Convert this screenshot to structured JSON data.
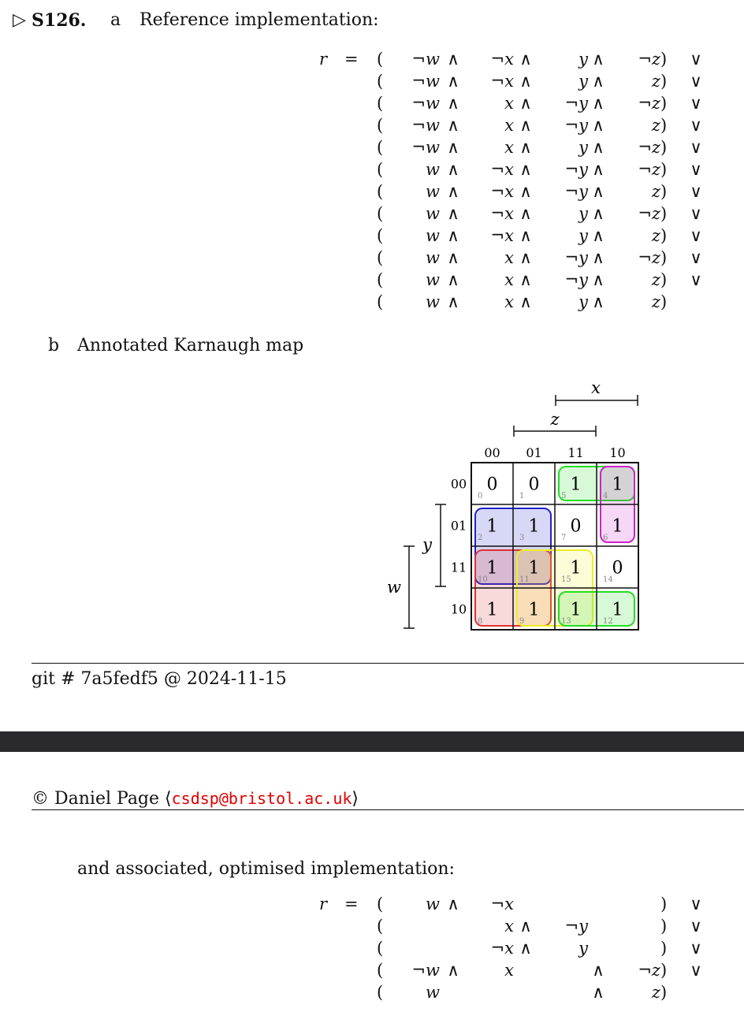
{
  "problem": {
    "marker": "▷",
    "number": "S126.",
    "part_a_letter": "a",
    "part_a_text": "Reference implementation:",
    "part_b_letter": "b",
    "part_b_text": "Annotated Karnaugh map"
  },
  "reference": {
    "lhs": "r",
    "eq": "=",
    "and": "∧",
    "or": "∨",
    "lparen": "(",
    "rparen": ")",
    "rows": [
      [
        "¬w",
        "¬x",
        "y",
        "¬z"
      ],
      [
        "¬w",
        "¬x",
        "y",
        "z"
      ],
      [
        "¬w",
        "x",
        "¬y",
        "¬z"
      ],
      [
        "¬w",
        "x",
        "¬y",
        "z"
      ],
      [
        "¬w",
        "x",
        "y",
        "¬z"
      ],
      [
        "w",
        "¬x",
        "¬y",
        "¬z"
      ],
      [
        "w",
        "¬x",
        "¬y",
        "z"
      ],
      [
        "w",
        "¬x",
        "y",
        "¬z"
      ],
      [
        "w",
        "¬x",
        "y",
        "z"
      ],
      [
        "w",
        "x",
        "¬y",
        "¬z"
      ],
      [
        "w",
        "x",
        "¬y",
        "z"
      ],
      [
        "w",
        "x",
        "y",
        "z"
      ]
    ]
  },
  "kmap": {
    "var_x": "x",
    "var_z": "z",
    "var_y": "y",
    "var_w": "w",
    "col_headers": [
      "00",
      "01",
      "11",
      "10"
    ],
    "row_headers": [
      "00",
      "01",
      "11",
      "10"
    ],
    "values": [
      [
        "0",
        "0",
        "1",
        "1"
      ],
      [
        "1",
        "1",
        "0",
        "1"
      ],
      [
        "1",
        "1",
        "1",
        "0"
      ],
      [
        "1",
        "1",
        "1",
        "1"
      ]
    ],
    "indices": [
      [
        "0",
        "1",
        "5",
        "4"
      ],
      [
        "2",
        "3",
        "7",
        "6"
      ],
      [
        "10",
        "11",
        "15",
        "14"
      ],
      [
        "8",
        "9",
        "13",
        "12"
      ]
    ],
    "group_colors": {
      "green": "#22dd22",
      "magenta": "#cc22cc",
      "blue": "#2222cc",
      "red": "#dd3333",
      "yellow": "#eeee22"
    }
  },
  "footer": {
    "git": "git # 7a5fedf5 @ 2024-11-15"
  },
  "header": {
    "copyright": "© Daniel Page ⟨",
    "email": "csdsp@bristol.ac.uk",
    "close": "⟩"
  },
  "optimised": {
    "intro": "and associated, optimised implementation:",
    "lhs": "r",
    "eq": "=",
    "and": "∧",
    "or": "∨",
    "lparen": "(",
    "rparen": ")",
    "rows": [
      [
        "w",
        "¬x",
        "",
        ""
      ],
      [
        "",
        "x",
        "¬y",
        ""
      ],
      [
        "",
        "¬x",
        "y",
        ""
      ],
      [
        "¬w",
        "x",
        "",
        "¬z"
      ],
      [
        "w",
        "",
        "",
        "z"
      ]
    ]
  }
}
